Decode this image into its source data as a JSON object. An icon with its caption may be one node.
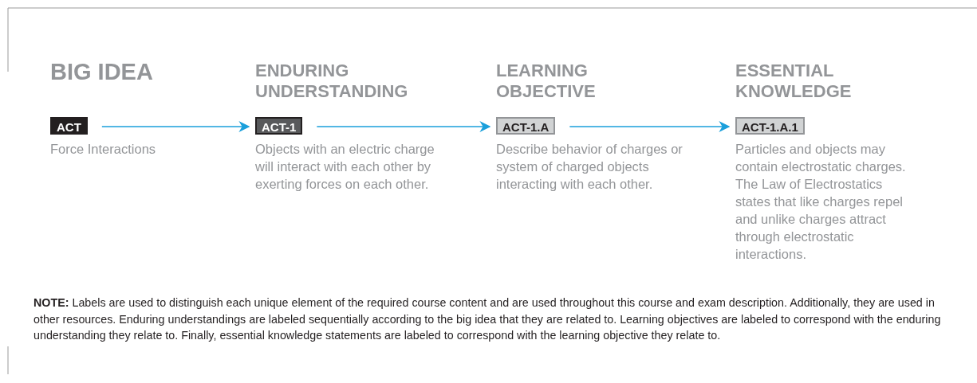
{
  "diagram": {
    "nodes": [
      {
        "text": [
          "ACT"
        ],
        "beside": [
          "BIG IDEA",
          "Force Interactions"
        ]
      },
      {
        "text": [
          "ACT-1"
        ],
        "beside": [
          "ENDURING UNDERSTANDING",
          "Objects with an electric charge will interact with each other by exerting forces on each other."
        ]
      },
      {
        "text": [
          "ACT-1.A"
        ],
        "beside": [
          "LEARNING OBJECTIVE",
          "Describe behavior of charges or system of charged objects interacting with each other."
        ]
      },
      {
        "text": [
          "ACT-1.A.1"
        ],
        "beside": [
          "ESSENTIAL KNOWLEDGE",
          "Particles and objects may contain electrostatic charges. The Law of Electrostatics states that like charges repel and unlike charges attract through electrostatic interactions."
        ]
      }
    ],
    "edges": [
      {
        "from": 0,
        "to": 1,
        "arrow": "to"
      },
      {
        "from": 1,
        "to": 2,
        "arrow": "to"
      },
      {
        "from": 2,
        "to": 3,
        "arrow": "to"
      }
    ],
    "labels": [
      "**NOTE:** Labels are used to distinguish each unique element of the required course content and are used throughout this course and exam description. Additionally, they are used in other resources. Enduring understandings are labeled sequentially according to the big idea that they are related to. Learning objectives are labeled to correspond with the enduring understanding they relate to. Finally, essential knowledge statements are labeled to correspond with the learning objective they relate to."
    ]
  }
}
